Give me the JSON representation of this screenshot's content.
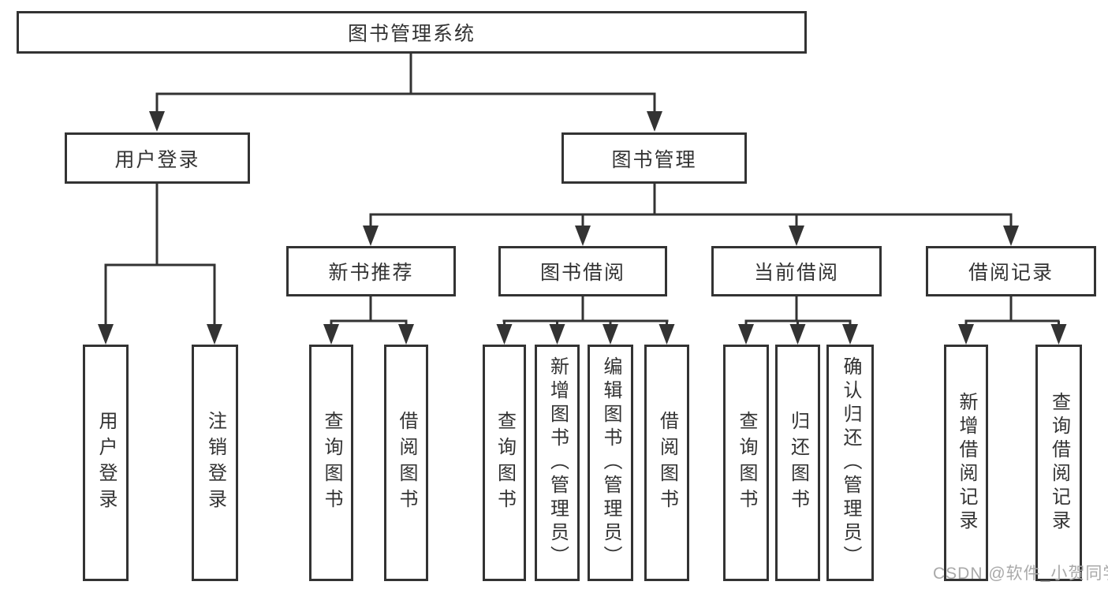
{
  "colors": {
    "line": "#333333",
    "box_border": "#333333",
    "text": "#333333",
    "watermark": "#a9a9a9",
    "background": "#ffffff"
  },
  "tree": {
    "label": "图书管理系统",
    "children": [
      {
        "label": "用户登录",
        "children": [
          {
            "label": "用户登录"
          },
          {
            "label": "注销登录"
          }
        ]
      },
      {
        "label": "图书管理",
        "children": [
          {
            "label": "新书推荐",
            "children": [
              {
                "label": "查询图书"
              },
              {
                "label": "借阅图书"
              }
            ]
          },
          {
            "label": "图书借阅",
            "children": [
              {
                "label": "查询图书"
              },
              {
                "label": "新增图书（管理员）"
              },
              {
                "label": "编辑图书（管理员）"
              },
              {
                "label": "借阅图书"
              }
            ]
          },
          {
            "label": "当前借阅",
            "children": [
              {
                "label": "查询图书"
              },
              {
                "label": "归还图书"
              },
              {
                "label": "确认归还（管理员）"
              }
            ]
          },
          {
            "label": "借阅记录",
            "children": [
              {
                "label": "新增借阅记录"
              },
              {
                "label": "查询借阅记录"
              }
            ]
          }
        ]
      }
    ]
  },
  "watermark": {
    "text": "CSDN @软件_小贺同学"
  }
}
